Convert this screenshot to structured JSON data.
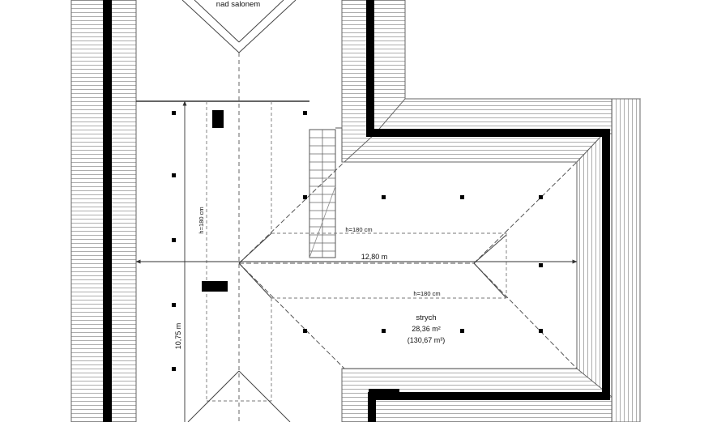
{
  "labels": {
    "room_above": "nad salonem",
    "room_name": "strych",
    "room_area": "28,36 m²",
    "room_volume": "(130,67 m³)",
    "width_dim": "12,80 m",
    "height_dim": "10,75 m",
    "clearance_vertical": "h=180 cm",
    "clearance_upper": "h=180 cm",
    "clearance_lower": "h=180 cm"
  },
  "colors": {
    "wall": "#000000",
    "hatch": "#9a9a9a",
    "line": "#444444",
    "dashed": "#666666"
  }
}
